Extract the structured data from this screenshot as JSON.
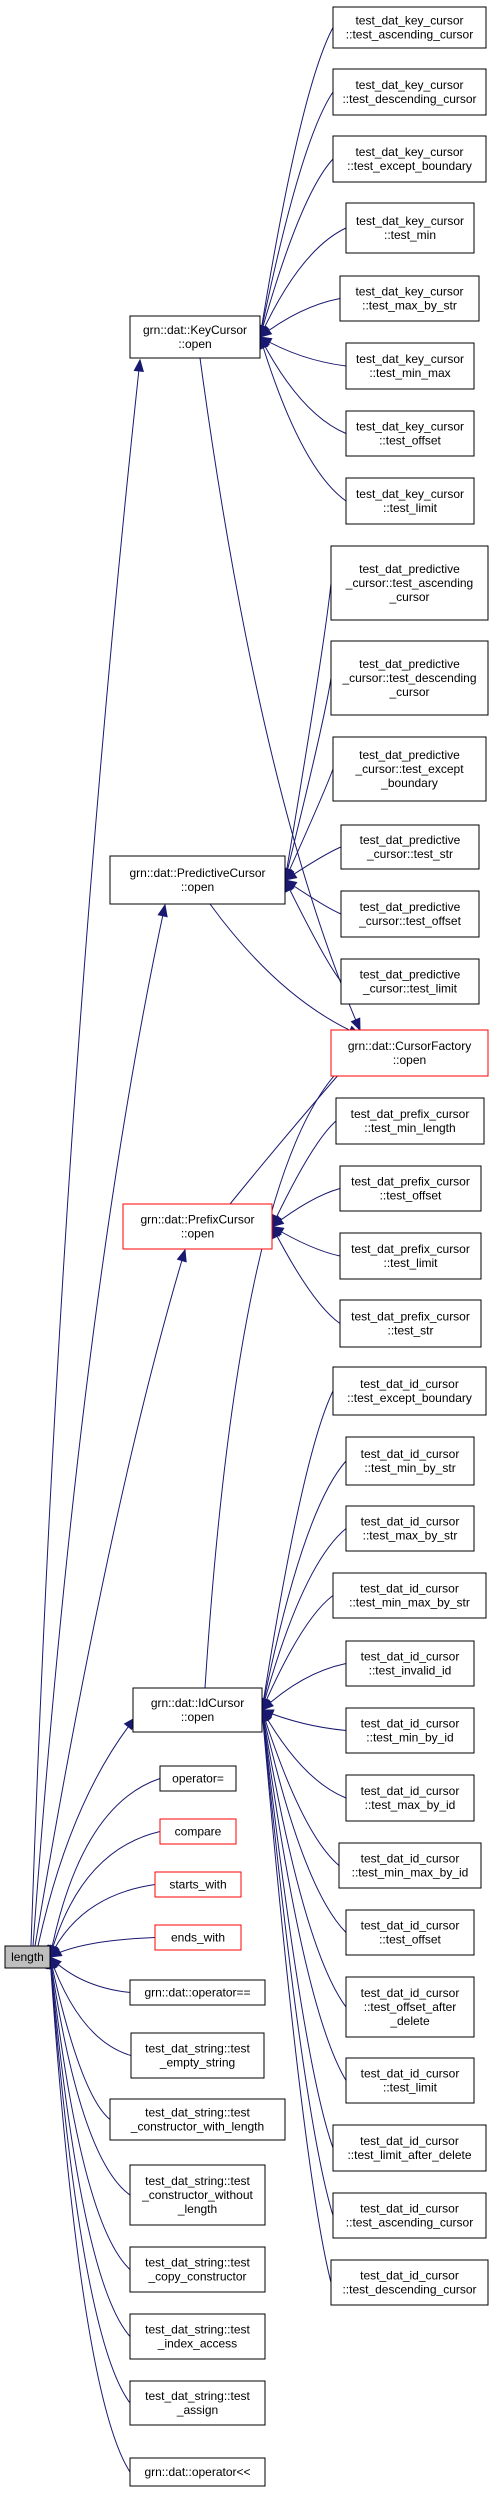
{
  "root": "length",
  "nodes": {
    "length": {
      "label": [
        "length"
      ]
    },
    "kc_open": {
      "label": [
        "grn::dat::KeyCursor",
        "::open"
      ]
    },
    "kc_asc": {
      "label": [
        "test_dat_key_cursor",
        "::test_ascending_cursor"
      ]
    },
    "kc_desc": {
      "label": [
        "test_dat_key_cursor",
        "::test_descending_cursor"
      ]
    },
    "kc_except": {
      "label": [
        "test_dat_key_cursor",
        "::test_except_boundary"
      ]
    },
    "kc_min": {
      "label": [
        "test_dat_key_cursor",
        "::test_min"
      ]
    },
    "kc_maxstr": {
      "label": [
        "test_dat_key_cursor",
        "::test_max_by_str"
      ]
    },
    "kc_minmax": {
      "label": [
        "test_dat_key_cursor",
        "::test_min_max"
      ]
    },
    "kc_offset": {
      "label": [
        "test_dat_key_cursor",
        "::test_offset"
      ]
    },
    "kc_limit": {
      "label": [
        "test_dat_key_cursor",
        "::test_limit"
      ]
    },
    "pc_open": {
      "label": [
        "grn::dat::PredictiveCursor",
        "::open"
      ]
    },
    "pc_asc": {
      "label": [
        "test_dat_predictive",
        "_cursor::test_ascending",
        "_cursor"
      ]
    },
    "pc_desc": {
      "label": [
        "test_dat_predictive",
        "_cursor::test_descending",
        "_cursor"
      ]
    },
    "pc_except": {
      "label": [
        "test_dat_predictive",
        "_cursor::test_except",
        "_boundary"
      ]
    },
    "pc_str": {
      "label": [
        "test_dat_predictive",
        "_cursor::test_str"
      ]
    },
    "pc_offset": {
      "label": [
        "test_dat_predictive",
        "_cursor::test_offset"
      ]
    },
    "pc_limit": {
      "label": [
        "test_dat_predictive",
        "_cursor::test_limit"
      ]
    },
    "cf_open": {
      "label": [
        "grn::dat::CursorFactory",
        "::open"
      ],
      "red": true
    },
    "pfx_open": {
      "label": [
        "grn::dat::PrefixCursor",
        "::open"
      ],
      "red": true
    },
    "pfx_minlen": {
      "label": [
        "test_dat_prefix_cursor",
        "::test_min_length"
      ]
    },
    "pfx_offset": {
      "label": [
        "test_dat_prefix_cursor",
        "::test_offset"
      ]
    },
    "pfx_limit": {
      "label": [
        "test_dat_prefix_cursor",
        "::test_limit"
      ]
    },
    "pfx_str": {
      "label": [
        "test_dat_prefix_cursor",
        "::test_str"
      ]
    },
    "id_open": {
      "label": [
        "grn::dat::IdCursor",
        "::open"
      ]
    },
    "id_except": {
      "label": [
        "test_dat_id_cursor",
        "::test_except_boundary"
      ]
    },
    "id_minstr": {
      "label": [
        "test_dat_id_cursor",
        "::test_min_by_str"
      ]
    },
    "id_maxstr": {
      "label": [
        "test_dat_id_cursor",
        "::test_max_by_str"
      ]
    },
    "id_minmaxstr": {
      "label": [
        "test_dat_id_cursor",
        "::test_min_max_by_str"
      ]
    },
    "id_invalid": {
      "label": [
        "test_dat_id_cursor",
        "::test_invalid_id"
      ]
    },
    "id_minid": {
      "label": [
        "test_dat_id_cursor",
        "::test_min_by_id"
      ]
    },
    "id_maxid": {
      "label": [
        "test_dat_id_cursor",
        "::test_max_by_id"
      ]
    },
    "id_minmaxid": {
      "label": [
        "test_dat_id_cursor",
        "::test_min_max_by_id"
      ]
    },
    "id_offset": {
      "label": [
        "test_dat_id_cursor",
        "::test_offset"
      ]
    },
    "id_offdel": {
      "label": [
        "test_dat_id_cursor",
        "::test_offset_after",
        "_delete"
      ]
    },
    "id_limit": {
      "label": [
        "test_dat_id_cursor",
        "::test_limit"
      ]
    },
    "id_limdel": {
      "label": [
        "test_dat_id_cursor",
        "::test_limit_after_delete"
      ]
    },
    "id_asc": {
      "label": [
        "test_dat_id_cursor",
        "::test_ascending_cursor"
      ]
    },
    "id_desc": {
      "label": [
        "test_dat_id_cursor",
        "::test_descending_cursor"
      ]
    },
    "op_assign": {
      "label": [
        "operator="
      ]
    },
    "compare": {
      "label": [
        "compare"
      ],
      "red": true
    },
    "starts_with": {
      "label": [
        "starts_with"
      ],
      "red": true
    },
    "ends_with": {
      "label": [
        "ends_with"
      ],
      "red": true
    },
    "op_eq": {
      "label": [
        "grn::dat::operator=="
      ]
    },
    "s_empty": {
      "label": [
        "test_dat_string::test",
        "_empty_string"
      ]
    },
    "s_ctorlen": {
      "label": [
        "test_dat_string::test",
        "_constructor_with_length"
      ]
    },
    "s_ctorwo": {
      "label": [
        "test_dat_string::test",
        "_constructor_without",
        "_length"
      ]
    },
    "s_copy": {
      "label": [
        "test_dat_string::test",
        "_copy_constructor"
      ]
    },
    "s_index": {
      "label": [
        "test_dat_string::test",
        "_index_access"
      ]
    },
    "s_assign": {
      "label": [
        "test_dat_string::test",
        "_assign"
      ]
    },
    "op_shl": {
      "label": [
        "grn::dat::operator<<"
      ]
    }
  },
  "edges": [
    [
      "length",
      "kc_open"
    ],
    [
      "length",
      "pc_open"
    ],
    [
      "length",
      "pfx_open"
    ],
    [
      "length",
      "id_open"
    ],
    [
      "length",
      "op_assign"
    ],
    [
      "length",
      "compare"
    ],
    [
      "length",
      "starts_with"
    ],
    [
      "length",
      "ends_with"
    ],
    [
      "length",
      "op_eq"
    ],
    [
      "length",
      "s_empty"
    ],
    [
      "length",
      "s_ctorlen"
    ],
    [
      "length",
      "s_ctorwo"
    ],
    [
      "length",
      "s_copy"
    ],
    [
      "length",
      "s_index"
    ],
    [
      "length",
      "s_assign"
    ],
    [
      "length",
      "op_shl"
    ],
    [
      "kc_open",
      "kc_asc"
    ],
    [
      "kc_open",
      "kc_desc"
    ],
    [
      "kc_open",
      "kc_except"
    ],
    [
      "kc_open",
      "kc_min"
    ],
    [
      "kc_open",
      "kc_maxstr"
    ],
    [
      "kc_open",
      "kc_minmax"
    ],
    [
      "kc_open",
      "kc_offset"
    ],
    [
      "kc_open",
      "kc_limit"
    ],
    [
      "kc_open",
      "cf_open"
    ],
    [
      "pc_open",
      "pc_asc"
    ],
    [
      "pc_open",
      "pc_desc"
    ],
    [
      "pc_open",
      "pc_except"
    ],
    [
      "pc_open",
      "pc_str"
    ],
    [
      "pc_open",
      "pc_offset"
    ],
    [
      "pc_open",
      "pc_limit"
    ],
    [
      "pc_open",
      "cf_open"
    ],
    [
      "pfx_open",
      "cf_open"
    ],
    [
      "pfx_open",
      "pfx_minlen"
    ],
    [
      "pfx_open",
      "pfx_offset"
    ],
    [
      "pfx_open",
      "pfx_limit"
    ],
    [
      "pfx_open",
      "pfx_str"
    ],
    [
      "id_open",
      "cf_open"
    ],
    [
      "id_open",
      "id_except"
    ],
    [
      "id_open",
      "id_minstr"
    ],
    [
      "id_open",
      "id_maxstr"
    ],
    [
      "id_open",
      "id_minmaxstr"
    ],
    [
      "id_open",
      "id_invalid"
    ],
    [
      "id_open",
      "id_minid"
    ],
    [
      "id_open",
      "id_maxid"
    ],
    [
      "id_open",
      "id_minmaxid"
    ],
    [
      "id_open",
      "id_offset"
    ],
    [
      "id_open",
      "id_offdel"
    ],
    [
      "id_open",
      "id_limit"
    ],
    [
      "id_open",
      "id_limdel"
    ],
    [
      "id_open",
      "id_asc"
    ],
    [
      "id_open",
      "id_desc"
    ]
  ],
  "colors": {
    "edge": "#191970",
    "root_fill": "#bfbfbf",
    "highlight_border": "#ff0000",
    "border": "#000000"
  }
}
